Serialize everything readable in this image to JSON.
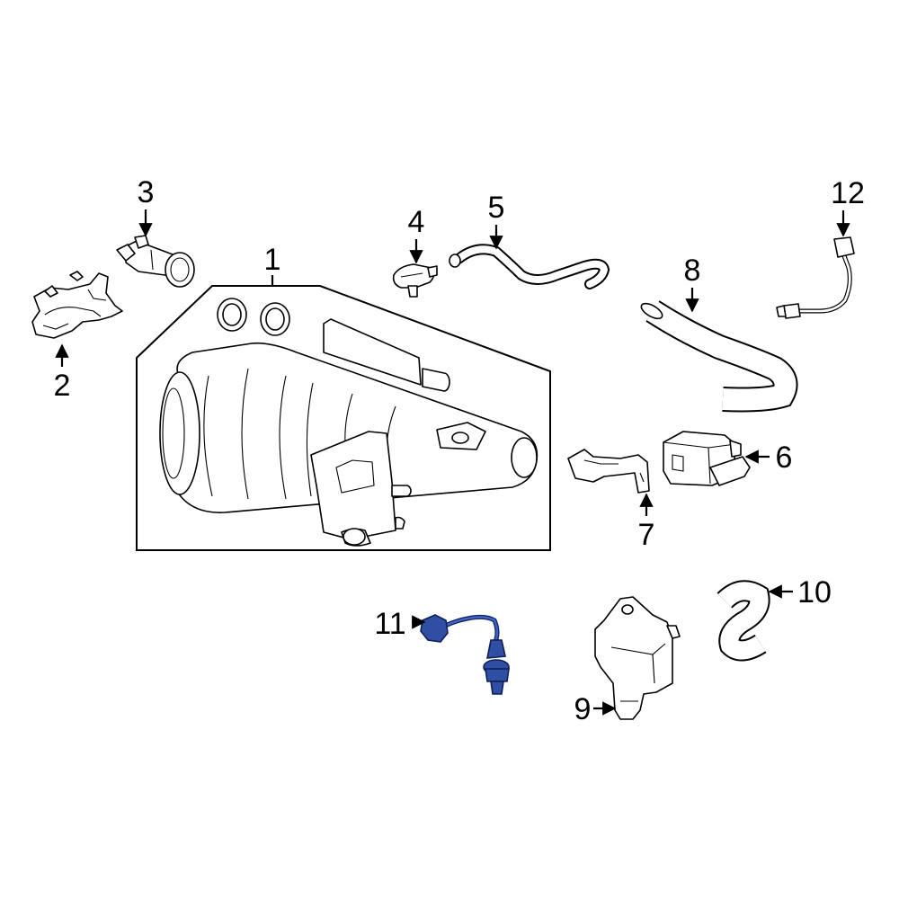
{
  "diagram": {
    "callouts": [
      {
        "id": "1",
        "label": "1"
      },
      {
        "id": "2",
        "label": "2"
      },
      {
        "id": "3",
        "label": "3"
      },
      {
        "id": "4",
        "label": "4"
      },
      {
        "id": "5",
        "label": "5"
      },
      {
        "id": "6",
        "label": "6"
      },
      {
        "id": "7",
        "label": "7"
      },
      {
        "id": "8",
        "label": "8"
      },
      {
        "id": "9",
        "label": "9"
      },
      {
        "id": "10",
        "label": "10"
      },
      {
        "id": "11",
        "label": "11"
      },
      {
        "id": "12",
        "label": "12"
      }
    ],
    "highlighted_part": "11",
    "colors": {
      "line": "#000000",
      "background": "#ffffff",
      "highlight": "#2e4fa3"
    }
  }
}
